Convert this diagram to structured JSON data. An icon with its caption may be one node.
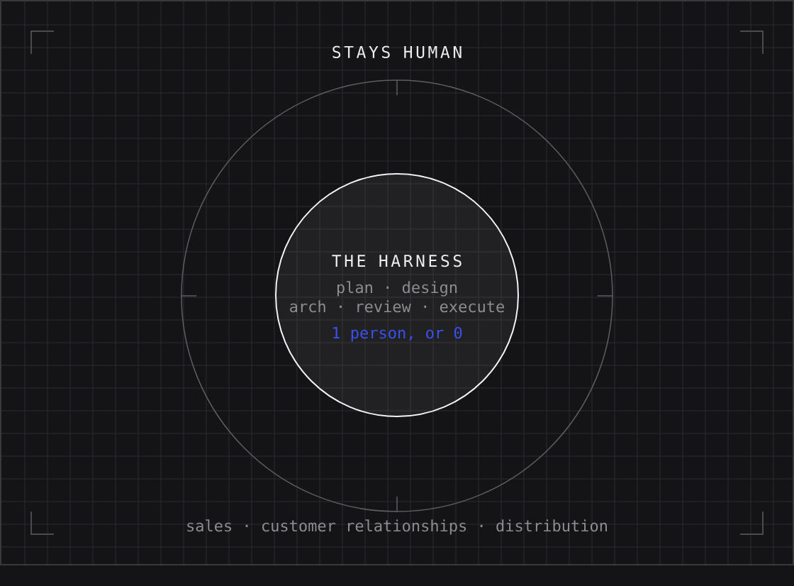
{
  "diagram": {
    "nodes": [
      {
        "text": [
          "STAYS HUMAN",
          "sales · customer relationships · distribution"
        ]
      },
      {
        "text": [
          "THE HARNESS",
          "plan · design",
          "arch · review · execute",
          "1 person, or 0"
        ],
        "in": 0
      }
    ]
  }
}
